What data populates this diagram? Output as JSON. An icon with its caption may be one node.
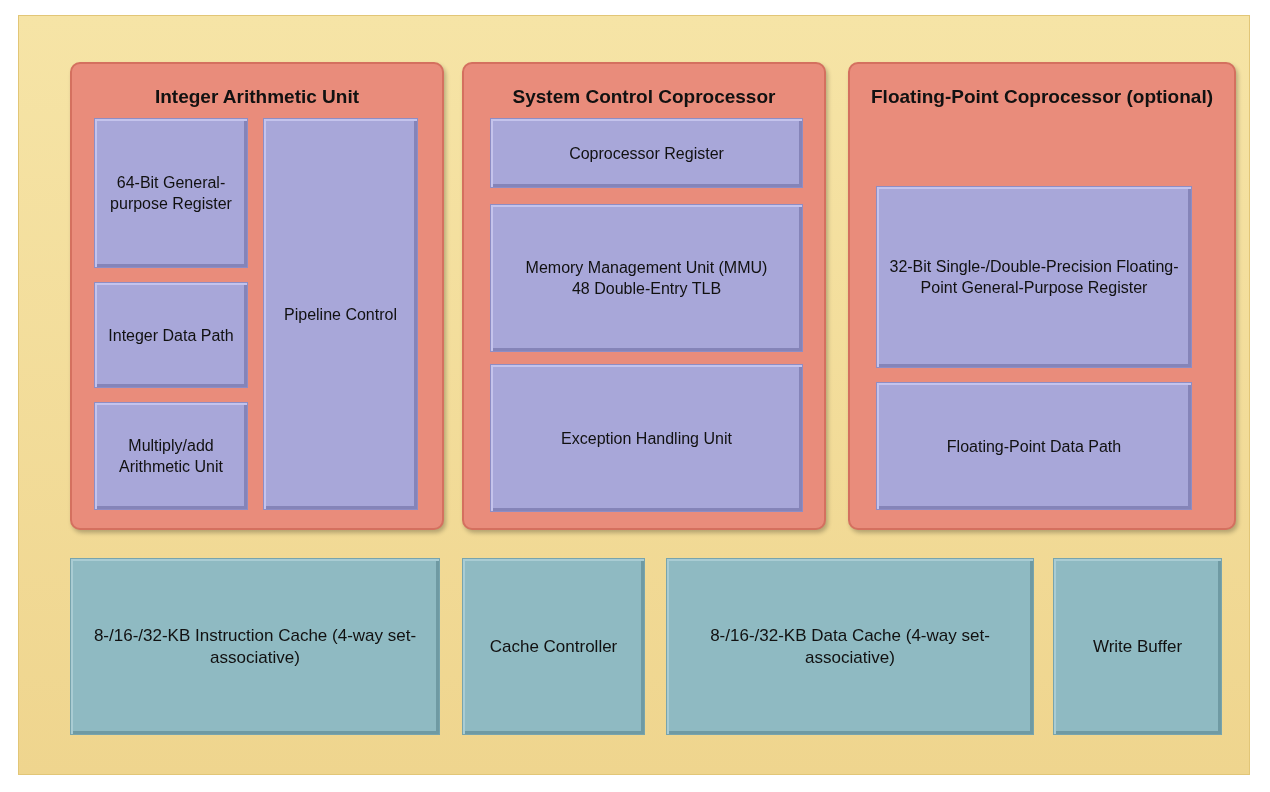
{
  "diagram": {
    "nodes": [
      {
        "text": [
          "Integer Arithmetic Unit"
        ]
      },
      {
        "text": [
          "64-Bit General-purpose Register"
        ],
        "in": 0
      },
      {
        "text": [
          "Integer Data Path"
        ],
        "in": 0
      },
      {
        "text": [
          "Multiply/add Arithmetic Unit"
        ],
        "in": 0
      },
      {
        "text": [
          "Pipeline Control"
        ],
        "in": 0
      },
      {
        "text": [
          "System Control Coprocessor"
        ]
      },
      {
        "text": [
          "Coprocessor Register"
        ],
        "in": 5
      },
      {
        "text": [
          "Memory Management Unit (MMU)",
          "48 Double-Entry TLB"
        ],
        "in": 5
      },
      {
        "text": [
          "Exception Handling Unit"
        ],
        "in": 5
      },
      {
        "text": [
          "Floating-Point Coprocessor (optional)"
        ]
      },
      {
        "text": [
          "32-Bit Single-/Double-Precision Floating-Point General-Purpose Register"
        ],
        "in": 9
      },
      {
        "text": [
          "Floating-Point Data Path"
        ],
        "in": 9
      },
      {
        "text": [
          "8-/16-/32-KB Instruction Cache (4-way set-associative)"
        ]
      },
      {
        "text": [
          "Cache Controller"
        ]
      },
      {
        "text": [
          "8-/16-/32-KB Data Cache (4-way set-associative)"
        ]
      },
      {
        "text": [
          "Write Buffer"
        ]
      }
    ]
  }
}
